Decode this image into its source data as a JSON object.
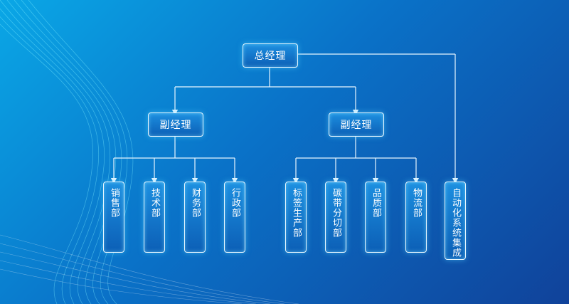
{
  "diagram": {
    "root": "总经理",
    "vice_left": "副经理",
    "vice_right": "副经理",
    "depts_left": [
      "销售部",
      "技术部",
      "财务部",
      "行政部"
    ],
    "depts_right": [
      "标签生产部",
      "碳带分切部",
      "品质部",
      "物流部"
    ],
    "dept_direct": "自动化系统集成"
  },
  "colors": {
    "background_light": "#0aa7e6",
    "background_dark": "#10429a",
    "connector": "#e8f6ff",
    "box_fill": "#0c5fb6",
    "box_border": "#e6f6ff"
  }
}
